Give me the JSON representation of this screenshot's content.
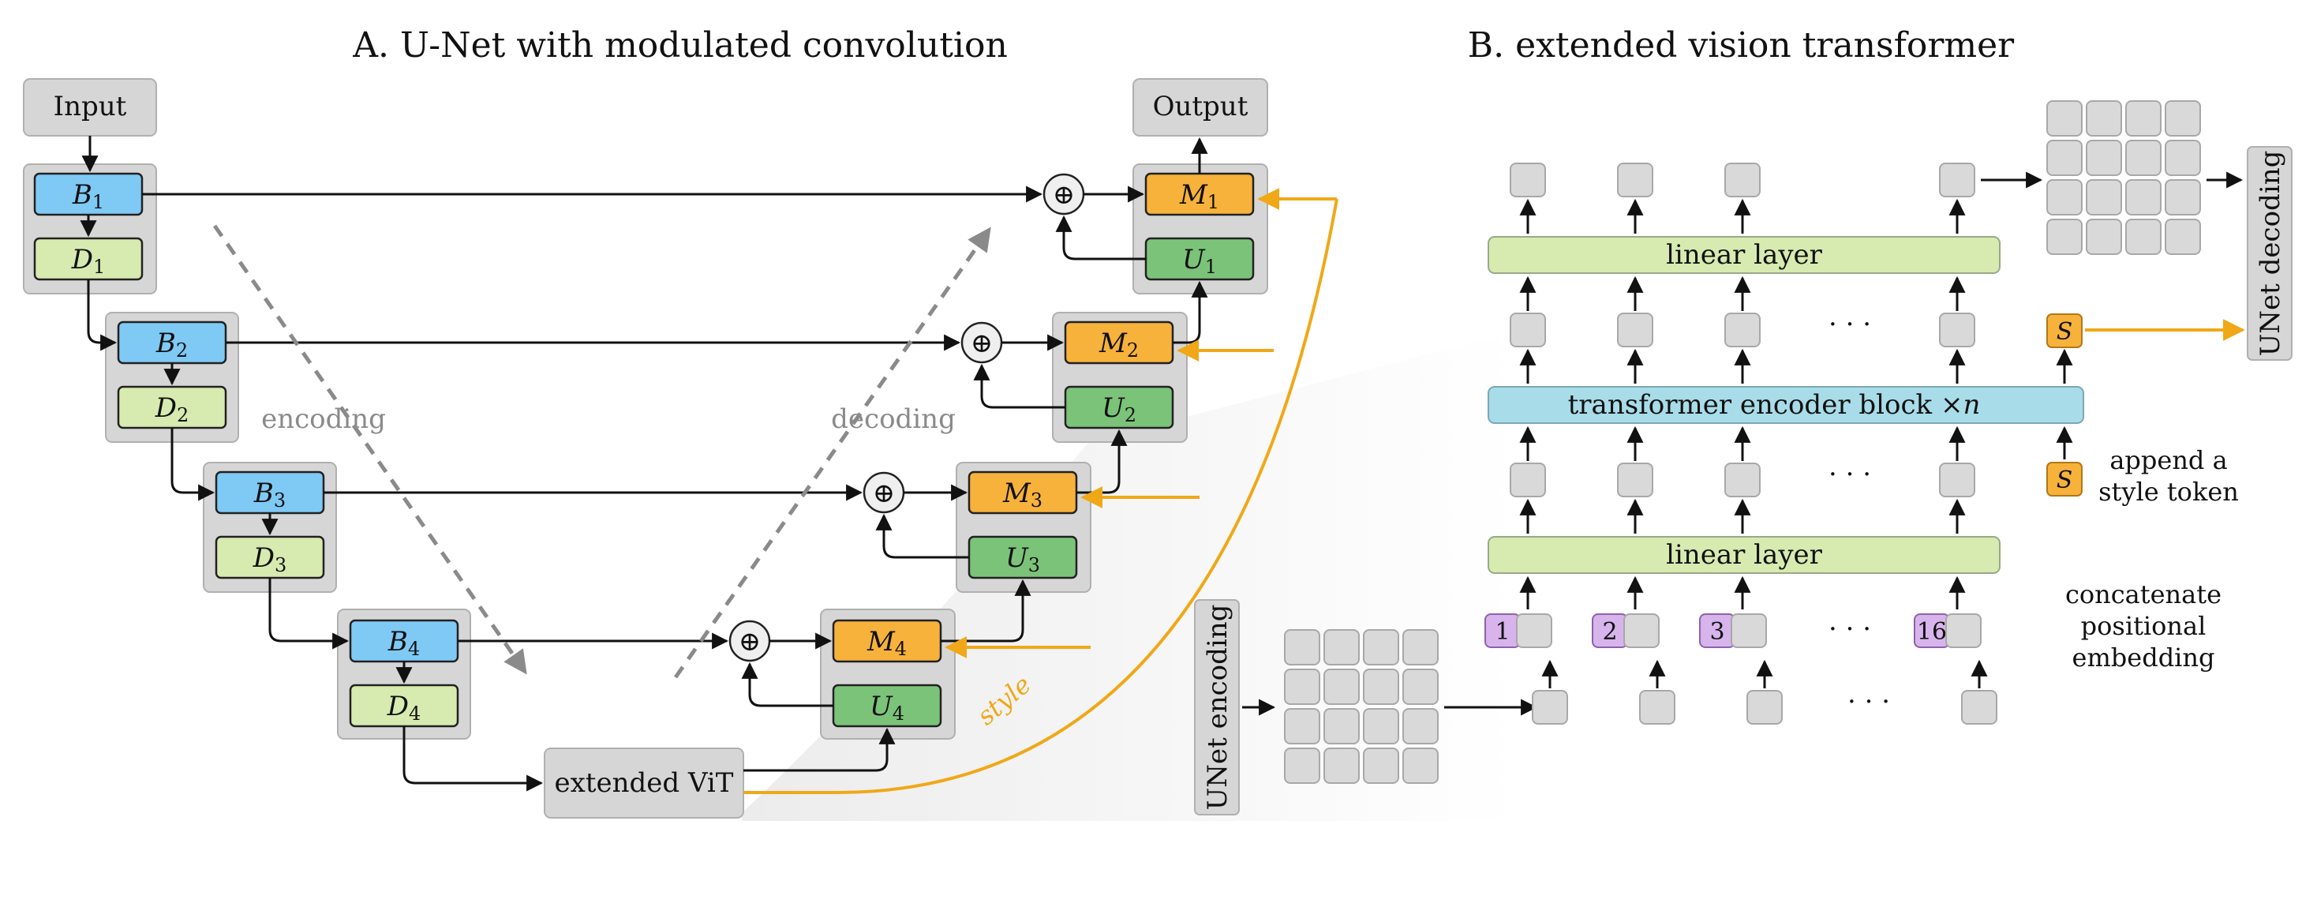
{
  "panel_a": {
    "title": "A. U-Net with modulated convolution",
    "input_label": "Input",
    "output_label": "Output",
    "encoding_label": "encoding",
    "decoding_label": "decoding",
    "style_label": "style",
    "vit_label": "extended ViT",
    "blocks": {
      "b1": "B",
      "b1_sub": "1",
      "d1": "D",
      "d1_sub": "1",
      "b2": "B",
      "b2_sub": "2",
      "d2": "D",
      "d2_sub": "2",
      "b3": "B",
      "b3_sub": "3",
      "d3": "D",
      "d3_sub": "3",
      "b4": "B",
      "b4_sub": "4",
      "d4": "D",
      "d4_sub": "4",
      "m1": "M",
      "m1_sub": "1",
      "u1": "U",
      "u1_sub": "1",
      "m2": "M",
      "m2_sub": "2",
      "u2": "U",
      "u2_sub": "2",
      "m3": "M",
      "m3_sub": "3",
      "u3": "U",
      "u3_sub": "3",
      "m4": "M",
      "m4_sub": "4",
      "u4": "U",
      "u4_sub": "4"
    },
    "sum_symbol": "⊕"
  },
  "panel_b": {
    "title": "B. extended vision transformer",
    "unet_encoding": "UNet encoding",
    "unet_decoding": "UNet decoding",
    "linear_layer_top": "linear layer",
    "linear_layer_bottom": "linear layer",
    "encoder_block": "transformer encoder block ×",
    "encoder_n": "n",
    "style_token": "S",
    "ellipsis": "· · ·",
    "append_line1": "append a",
    "append_line2": "style token",
    "concat_line1": "concatenate",
    "concat_line2": "positional",
    "concat_line3": "embedding",
    "pos_1": "1",
    "pos_2": "2",
    "pos_3": "3",
    "pos_16": "16"
  },
  "colors": {
    "blue_block": "#7fc9f5",
    "lime_block": "#d7ebb0",
    "orange_block": "#f7b23b",
    "green_block": "#7cc37a",
    "gray_group": "#d6d6d6",
    "token_gray": "#d9d9d9",
    "purple_pos": "#d8b4ec",
    "cyan_block": "#a8dce8",
    "style_line": "#f0a818",
    "dashed_gray": "#8a8a8a"
  }
}
